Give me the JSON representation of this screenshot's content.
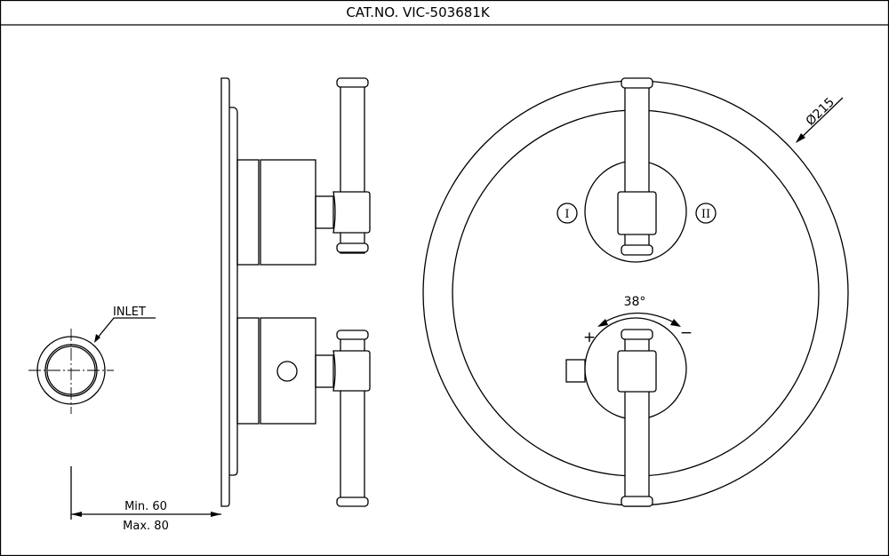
{
  "header": {
    "catalog_number": "CAT.NO. VIC-503681K"
  },
  "labels": {
    "inlet": "INLET",
    "min_depth": "Min. 60",
    "max_depth": "Max. 80",
    "diameter": "Ø215",
    "rotation_angle": "38°",
    "plus": "+",
    "minus": "−",
    "position_1": "I",
    "position_2": "II"
  }
}
